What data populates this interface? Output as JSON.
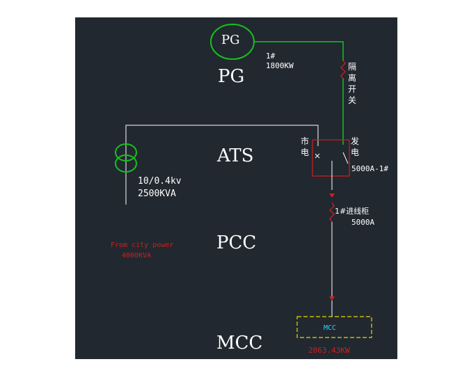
{
  "colors": {
    "background": "#212830",
    "white_wire": "#ffffff",
    "green_wire": "#16c21b",
    "red_elements": "#d11f1f",
    "mcc_box": "#e6d800",
    "mcc_text": "#2ad4ff"
  },
  "levels": {
    "pg": "PG",
    "ats": "ATS",
    "pcc": "PCC",
    "mcc": "MCC"
  },
  "generator": {
    "symbol_label": "PG",
    "id": "1#",
    "power": "1800KW"
  },
  "isolator_label": [
    "隔",
    "离",
    "开",
    "关"
  ],
  "transformer": {
    "voltage": "10/0.4kv",
    "capacity": "2500KVA"
  },
  "city_power": {
    "line1": "From city power",
    "line2": "4000KVA"
  },
  "ats_switch": {
    "city_label": [
      "市",
      "电"
    ],
    "gen_label": [
      "发",
      "电"
    ],
    "rating": "5000A-1#"
  },
  "incoming_cabinet": {
    "name": "1#进线柜",
    "rating": "5000A"
  },
  "mcc_box": {
    "label": "MCC",
    "load": "2063.43KW"
  }
}
